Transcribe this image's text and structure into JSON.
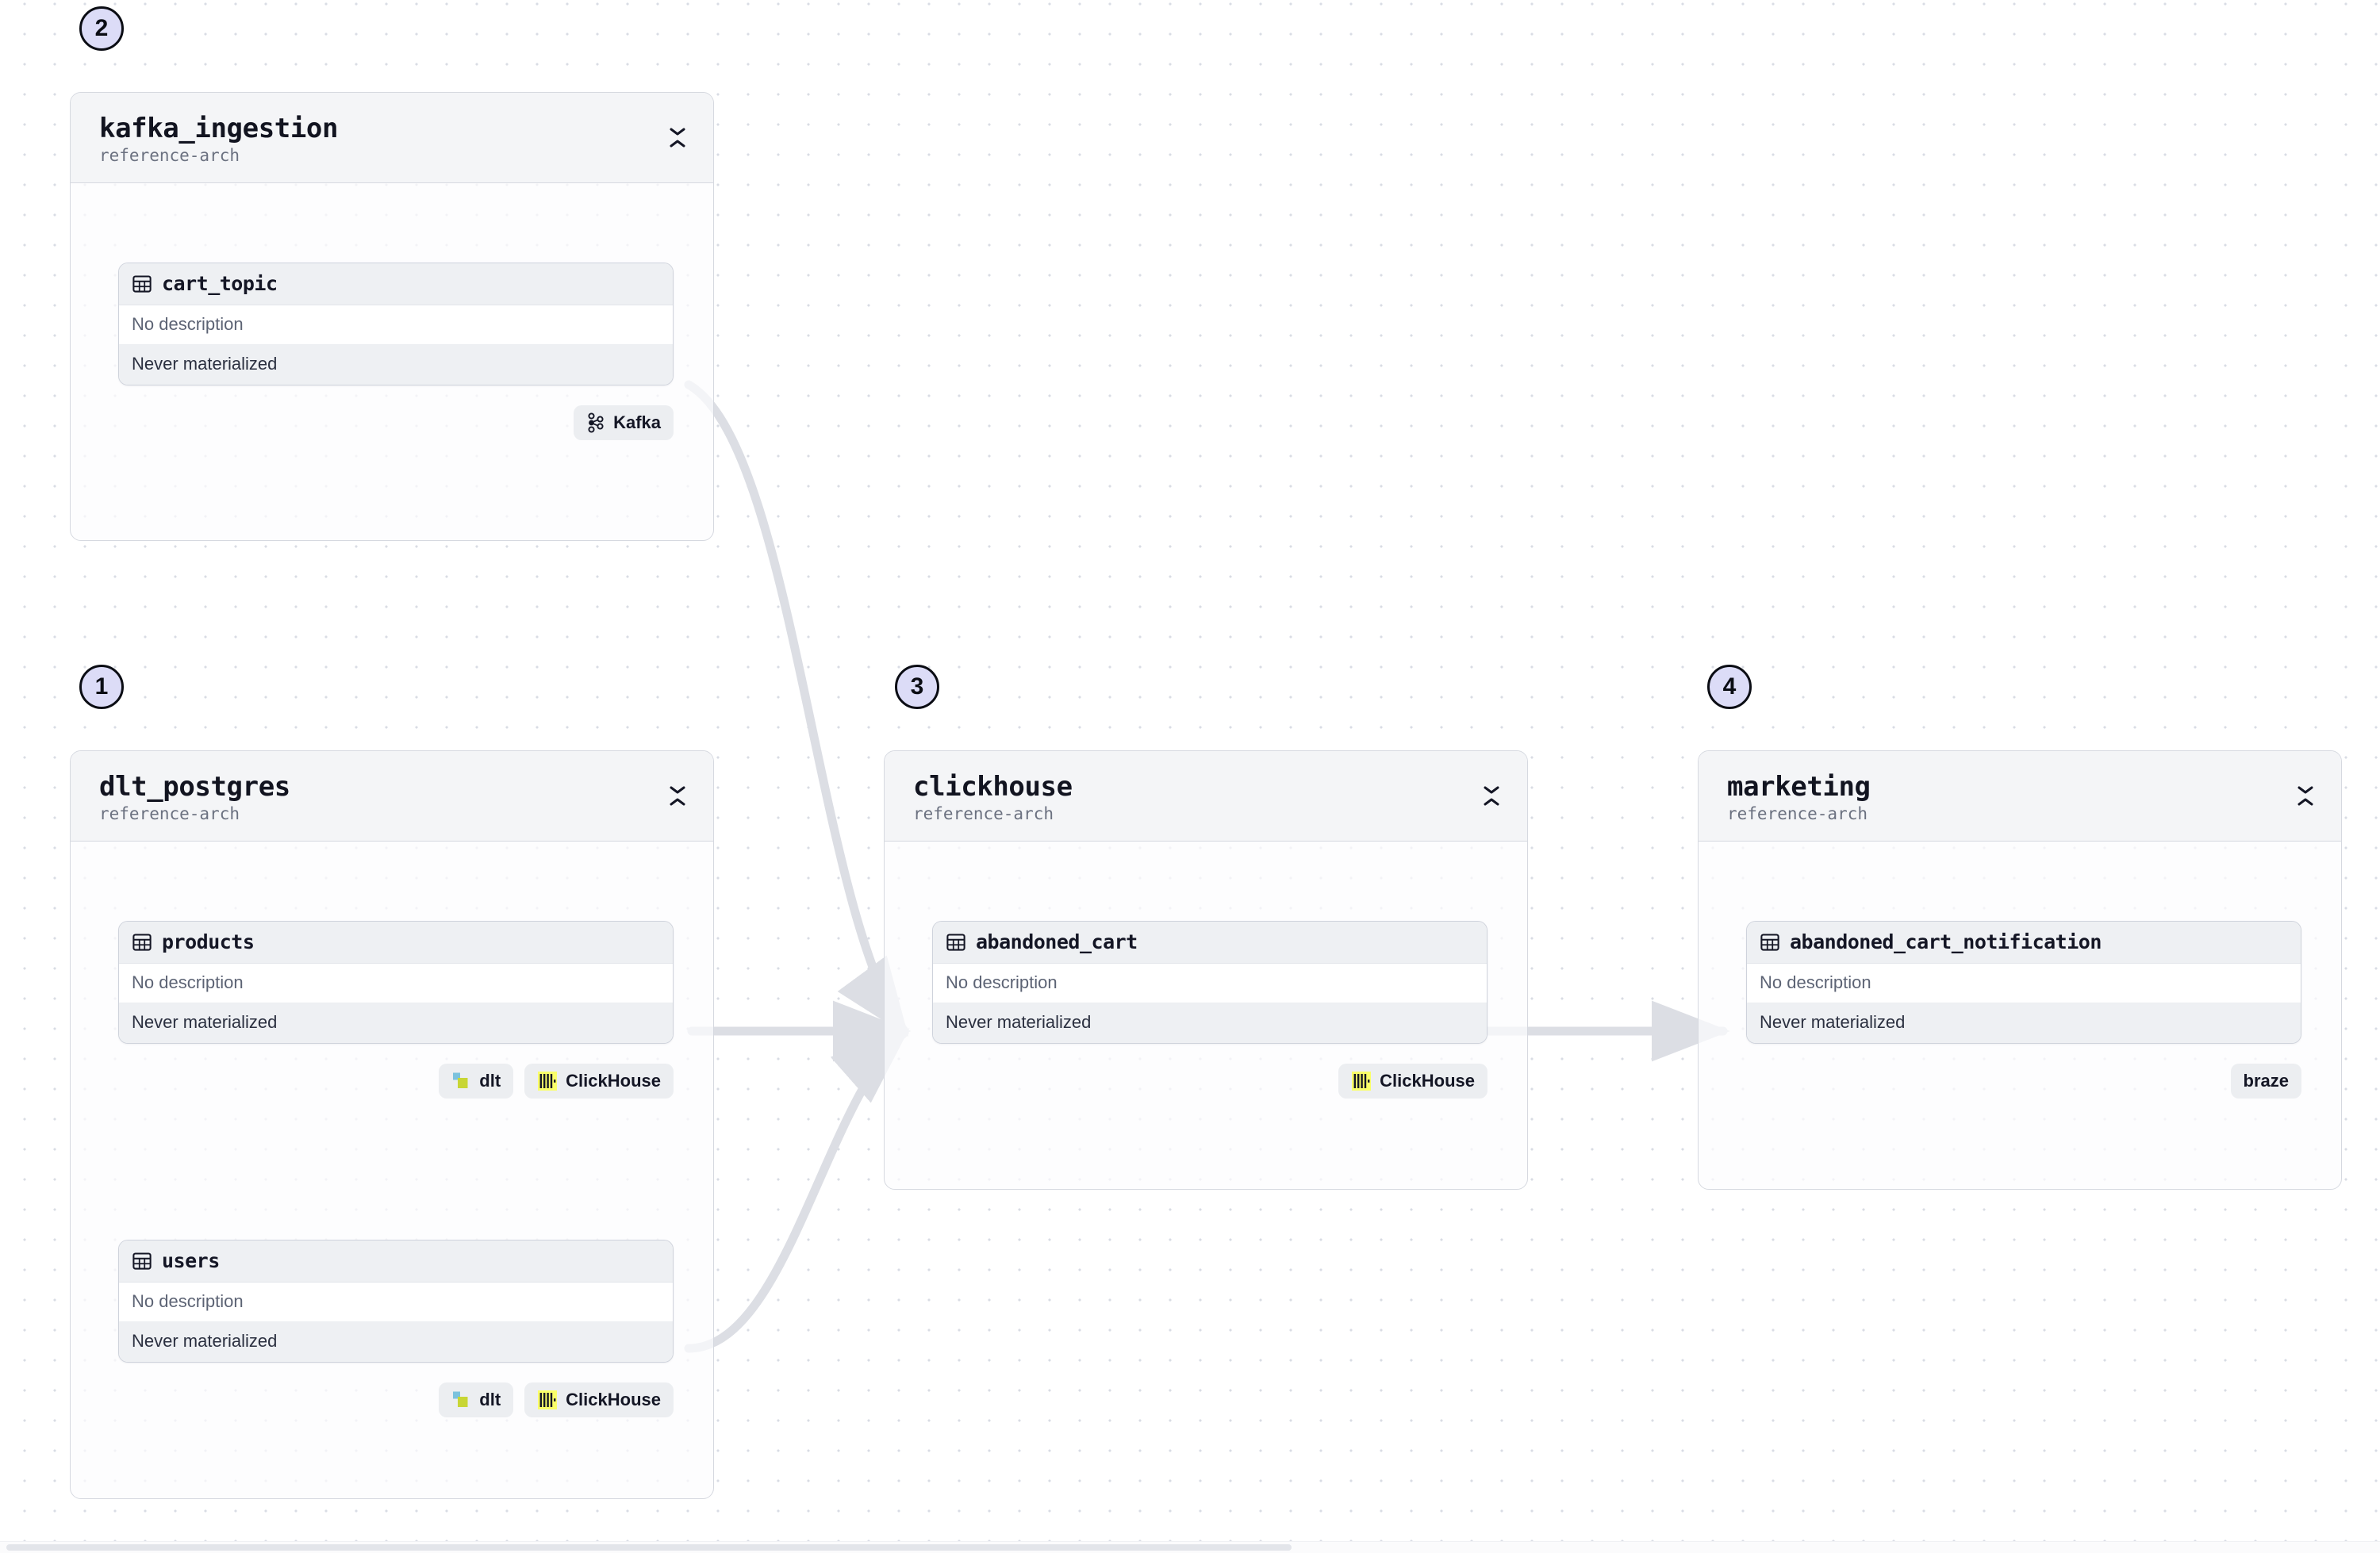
{
  "canvas": {
    "background": "#ffffff",
    "grid_dot_color": "#d9dce4",
    "edge_color": "#dcdee4",
    "accent_step_fill": "#dcdcf7",
    "accent_step_border": "#0b0d14"
  },
  "steps": [
    {
      "id": "step-1",
      "label": "1"
    },
    {
      "id": "step-2",
      "label": "2"
    },
    {
      "id": "step-3",
      "label": "3"
    },
    {
      "id": "step-4",
      "label": "4"
    }
  ],
  "groups": [
    {
      "id": "kafka_ingestion",
      "title": "kafka_ingestion",
      "subtitle": "reference-arch",
      "collapse_icon": "collapse-vertical-icon",
      "assets": [
        {
          "id": "cart_topic",
          "icon": "table-icon",
          "name": "cart_topic",
          "description": "No description",
          "status": "Never materialized",
          "badges": [
            {
              "id": "kafka",
              "label": "Kafka",
              "icon": "kafka-icon"
            }
          ]
        }
      ]
    },
    {
      "id": "dlt_postgres",
      "title": "dlt_postgres",
      "subtitle": "reference-arch",
      "collapse_icon": "collapse-vertical-icon",
      "assets": [
        {
          "id": "products",
          "icon": "table-icon",
          "name": "products",
          "description": "No description",
          "status": "Never materialized",
          "badges": [
            {
              "id": "dlt",
              "label": "dlt",
              "icon": "dlt-icon"
            },
            {
              "id": "clickhouse",
              "label": "ClickHouse",
              "icon": "clickhouse-icon"
            }
          ]
        },
        {
          "id": "users",
          "icon": "table-icon",
          "name": "users",
          "description": "No description",
          "status": "Never materialized",
          "badges": [
            {
              "id": "dlt",
              "label": "dlt",
              "icon": "dlt-icon"
            },
            {
              "id": "clickhouse",
              "label": "ClickHouse",
              "icon": "clickhouse-icon"
            }
          ]
        }
      ]
    },
    {
      "id": "clickhouse",
      "title": "clickhouse",
      "subtitle": "reference-arch",
      "collapse_icon": "collapse-vertical-icon",
      "assets": [
        {
          "id": "abandoned_cart",
          "icon": "table-icon",
          "name": "abandoned_cart",
          "description": "No description",
          "status": "Never materialized",
          "badges": [
            {
              "id": "clickhouse",
              "label": "ClickHouse",
              "icon": "clickhouse-icon"
            }
          ]
        }
      ]
    },
    {
      "id": "marketing",
      "title": "marketing",
      "subtitle": "reference-arch",
      "collapse_icon": "collapse-vertical-icon",
      "assets": [
        {
          "id": "abandoned_cart_notification",
          "icon": "table-icon",
          "name": "abandoned_cart_notification",
          "description": "No description",
          "status": "Never materialized",
          "badges": [
            {
              "id": "braze",
              "label": "braze",
              "icon": "none"
            }
          ]
        }
      ]
    }
  ],
  "edges": [
    {
      "id": "edge-cart_topic-abandoned_cart",
      "from": "cart_topic",
      "to": "abandoned_cart"
    },
    {
      "id": "edge-products-abandoned_cart",
      "from": "products",
      "to": "abandoned_cart"
    },
    {
      "id": "edge-users-abandoned_cart",
      "from": "users",
      "to": "abandoned_cart"
    },
    {
      "id": "edge-abandoned_cart-abandoned_cart_notification",
      "from": "abandoned_cart",
      "to": "abandoned_cart_notification"
    }
  ],
  "scrollbar": {
    "orientation": "horizontal"
  }
}
